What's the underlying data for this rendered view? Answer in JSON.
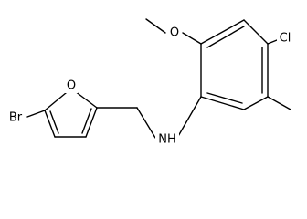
{
  "molecule": {
    "atoms": [
      {
        "id": "br",
        "label": "Br"
      },
      {
        "id": "o_furan",
        "label": "O"
      },
      {
        "id": "nh",
        "label": "NH"
      },
      {
        "id": "o_methoxy",
        "label": "O"
      },
      {
        "id": "cl",
        "label": "Cl"
      }
    ],
    "line_color": "#000000"
  }
}
